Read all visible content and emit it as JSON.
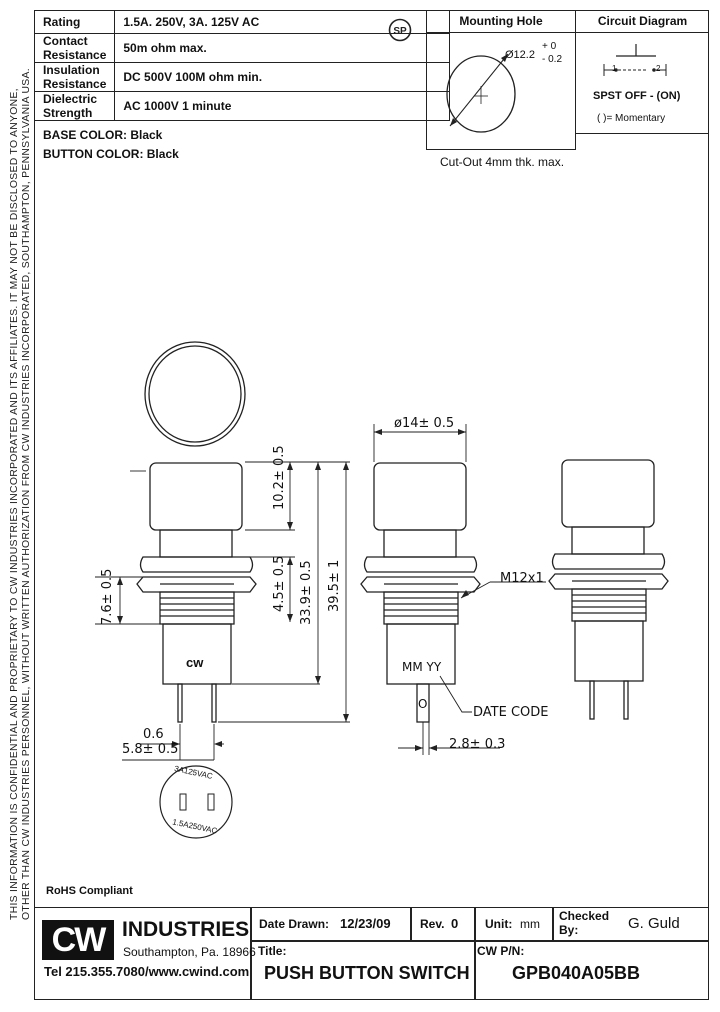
{
  "specs": [
    {
      "label": "Rating",
      "value": "1.5A. 250V, 3A. 125V AC"
    },
    {
      "label": "Contact Resistance",
      "value": "50m ohm max."
    },
    {
      "label": "Insulation Resistance",
      "value": "DC 500V 100M ohm min."
    },
    {
      "label": "Dielectric Strength",
      "value": "AC 1000V  1  minute"
    }
  ],
  "csa_mark": "SP",
  "base_color": "BASE COLOR: Black",
  "button_color": "BUTTON COLOR: Black",
  "mounting": {
    "title": "Mounting Hole",
    "diameter": "Ø12.2",
    "tol_plus": "+ 0",
    "tol_minus": "- 0.2",
    "cutout": "Cut-Out 4mm thk. max."
  },
  "circuit": {
    "title": "Circuit Diagram",
    "pin1": "1",
    "pin2": "2",
    "type": "SPST  OFF - (ON)",
    "note": "( )= Momentary"
  },
  "side_text_1": "THIS INFORMATION IS CONFIDENTIAL AND PROPRIETARY TO CW INDUSTRIES INCORPORATED AND ITS AFFILIATES.  IT MAY NOT BE DISCLOSED TO ANYONE,",
  "side_text_2": "OTHER THAN CW INDUSTRIES PERSONNEL, WITHOUT WRITTEN AUTHORIZATION FROM CW INDUSTRIES INCORPORATED, SOUTHAMPTON, PENNSYLVANIA USA.",
  "dims": {
    "d_10_2": "10.2± 0.5",
    "d_4_5": "4.5± 0.5",
    "d_33_9": "33.9± 0.5",
    "d_39_5": "39.5± 1",
    "d_7_6": "7.6± 0.5",
    "d_0_6": "0.6",
    "d_5_8": "5.8± 0.5",
    "d_14": "ø14± 0.5",
    "thread": "M12x1",
    "date_mark": "MM  YY",
    "date_code": "DATE CODE",
    "d_2_8": "2.8± 0.3",
    "pin_o": "O",
    "body_logo": "cw",
    "bottom_top": "3A125VAC",
    "bottom_bottom": "1.5A250VAC"
  },
  "rohs": "RoHS Compliant",
  "company": {
    "logo": "CW",
    "name": "INDUSTRIES",
    "city": "Southampton, Pa. 18966",
    "contact": "Tel 215.355.7080/www.cwind.com"
  },
  "title_block": {
    "date_label": "Date Drawn:",
    "date_value": "12/23/09",
    "rev_label": "Rev.",
    "rev_value": "0",
    "unit_label": "Unit:",
    "unit_value": "mm",
    "checked_label": "Checked",
    "by_label": "By:",
    "checked_value": "G. Guld",
    "title_label": "Title:",
    "title_value": "PUSH BUTTON SWITCH",
    "pn_label": "CW P/N:",
    "pn_value": "GPB040A05BB"
  }
}
